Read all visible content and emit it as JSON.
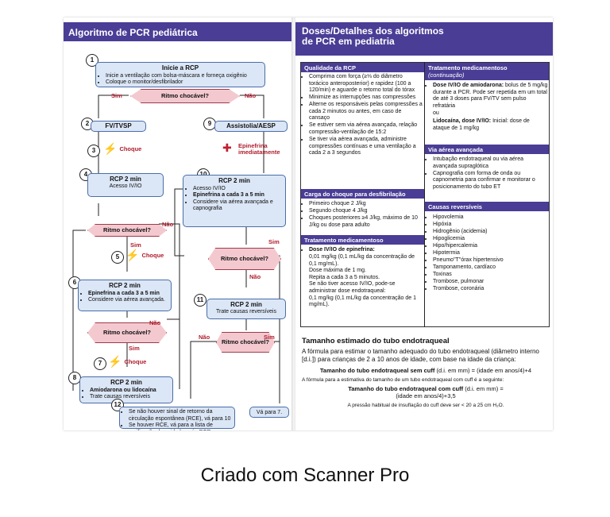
{
  "left": {
    "title": "Algoritmo de PCR pediátrica",
    "step1": {
      "n": "1",
      "title": "Inicie a RCP",
      "items": [
        "Inicie a ventilação com bolsa-máscara e forneça oxigênio",
        "Coloque o monitor/desfibrilador"
      ]
    },
    "dia1": "Ritmo chocável?",
    "sim": "Sim",
    "nao": "Não",
    "step2": {
      "n": "2",
      "title": "FV/TVSP"
    },
    "step9": {
      "n": "9",
      "title": "Assistolia/AESP"
    },
    "step3": {
      "n": "3",
      "label": "Choque"
    },
    "epi": "Epinefrina imediatamente",
    "step4": {
      "n": "4",
      "title": "RCP 2 min",
      "text": "Acesso IV/IO"
    },
    "step10": {
      "n": "10",
      "title": "RCP 2 min",
      "items": [
        "Acesso IV/IO",
        "Epinefrina a cada 3 a 5 min",
        "Considere via aérea avançada e capnografia"
      ]
    },
    "dia2": "Ritmo chocável?",
    "step5": {
      "n": "5",
      "label": "Choque"
    },
    "dia3": "Ritmo chocável?",
    "step6": {
      "n": "6",
      "title": "RCP 2 min",
      "items": [
        "Epinefrina a cada 3 a 5 min",
        "Considere via aérea avançada."
      ]
    },
    "step11": {
      "n": "11",
      "title": "RCP 2 min",
      "text": "Trate causas reversíveis"
    },
    "dia4": "Ritmo chocável?",
    "dia5": "Ritmo chocável?",
    "step7": {
      "n": "7",
      "label": "Choque"
    },
    "step8": {
      "n": "8",
      "title": "RCP 2 min",
      "items": [
        "Amiodarona ou lidocaína",
        "Trate causas reversíveis"
      ]
    },
    "step12": {
      "n": "12",
      "items": [
        "Se não houver sinal de retorno da circulação espontânea (RCE), vá para 10",
        "Se houver RCE, vá para a lista de verificação de cuidados pós-PCR"
      ]
    },
    "goto7": "Vá para 7."
  },
  "right": {
    "title_l1": "Doses/Detalhes dos algoritmos",
    "title_l2": "de PCR em pediatria",
    "q": {
      "title": "Qualidade da RCP",
      "items": [
        "Comprima com força (≥⅓ do diâmetro torácico anteroposterior) e rapidez (100 a 120/min) e aguarde o retorno total do tórax",
        "Minimize as interrupções nas compressões",
        "Alterne os responsáveis pelas compressões a cada 2 minutos ou antes, em caso de cansaço",
        "Se estiver sem via aérea avançada, relação compressão-ventilação de 15:2",
        "Se tiver via aérea avançada, administre compressões contínuas e uma ventilação a cada 2 a 3 segundos"
      ]
    },
    "carga": {
      "title": "Carga do choque para desfibrilação",
      "items": [
        "Primeiro choque 2 J/kg",
        "Segundo choque 4 J/kg",
        "Choques posteriores ≥4 J/kg, máximo de 10 J/kg ou dose para adulto"
      ]
    },
    "trat": {
      "title": "Tratamento medicamentoso",
      "head": "Dose IV/IO de epinefrina:",
      "lines": [
        "0,01 mg/kg (0,1 mL/kg da concentração de 0,1 mg/mL).",
        "Dose máxima de 1 mg.",
        "Repita a cada 3 a 5 minutos.",
        "Se não tiver acesso IV/IO, pode-se administrar dose endotraqueal:",
        "0,1 mg/kg (0,1 mL/kg da concentração de 1 mg/mL)."
      ]
    },
    "trat2": {
      "title": "Tratamento medicamentoso",
      "sub": "(continuação)",
      "amio_head": "Dose IV/IO de amiodarona:",
      "amio": "bolus de 5 mg/kg durante a PCR. Pode ser repetida em um total de até 3 doses para FV/TV sem pulso refratária",
      "ou": "ou",
      "lido_head": "Lidocaína, dose IV/IO:",
      "lido": "Inicial: dose de ataque de 1 mg/kg"
    },
    "via": {
      "title": "Via aérea avançada",
      "items": [
        "Intubação endotraqueal ou via aérea avançada supraglótica",
        "Capnografia com forma de onda ou capnometria para confirmar e monitorar o posicionamento do tubo ET"
      ]
    },
    "causas": {
      "title": "Causas reversíveis",
      "items": [
        "Hipovolemia",
        "Hipóxia",
        "Hidrogênio (acidemia)",
        "Hipoglicemia",
        "Hipo/hipercalemia",
        "Hipotermia",
        "Pneumo\"T\"órax hipertensivo",
        "Tamponamento, cardíaco",
        "Toxinas",
        "Trombose, pulmonar",
        "Trombose, coronária"
      ]
    },
    "tubo": {
      "title": "Tamanho estimado do tubo endotraqueal",
      "intro": "A fórmula para estimar o tamanho adequado do tubo endotraqueal (diâmetro interno [d.i.]) para crianças de 2 a 10 anos de idade, com base na idade da criança:",
      "f1_b": "Tamanho do tubo endotraqueal sem cuff",
      "f1": " (d.i. em mm) = (idade em anos/4)+4",
      "f2_intro": "A fórmula para a estimativa do tamanho de um tubo endotraqueal com cuff é a seguinte:",
      "f2_b": "Tamanho do tubo endotraqueal com cuff",
      "f2a": " (d.i. em mm) =",
      "f2b": "(idade em anos/4)+3,5",
      "pressao": "A pressão habitual de insuflação do cuff deve ser < 20 a 25 cm H₂O."
    }
  },
  "caption": "Criado com Scanner Pro",
  "colors": {
    "header": "#4a3d96",
    "box": "#dbe6f6",
    "diamond": "#f3c9cf",
    "red": "#b01c2c"
  }
}
